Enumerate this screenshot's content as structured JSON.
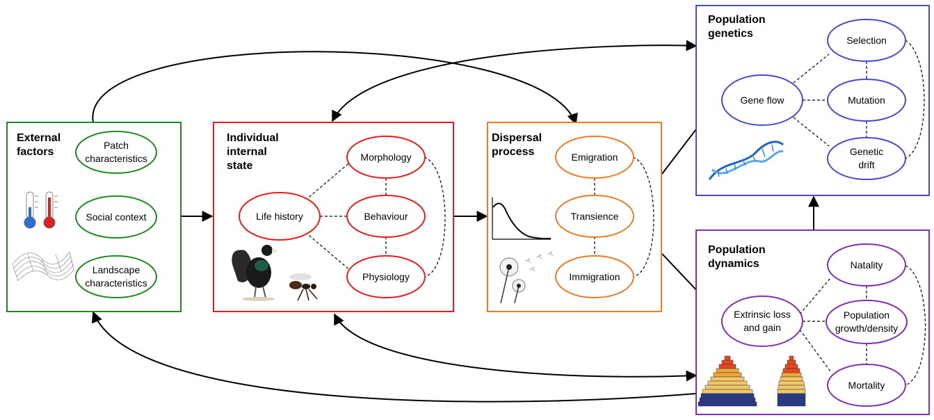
{
  "colors": {
    "external": "#1f8a1f",
    "individual": "#e81c1c",
    "dispersal": "#ef7a25",
    "genetics": "#4848d6",
    "dynamics": "#7d2fb5"
  },
  "boxes": {
    "external": {
      "title": [
        "External",
        "factors"
      ],
      "nodes": {
        "patch": [
          "Patch",
          "characteristics"
        ],
        "social": [
          "Social context"
        ],
        "landscape": [
          "Landscape",
          "characteristics"
        ]
      },
      "icons": [
        "thermometer-cold-icon",
        "thermometer-hot-icon",
        "landscape-surface-icon"
      ]
    },
    "individual": {
      "title": [
        "Individual",
        "internal",
        "state"
      ],
      "nodes": {
        "life_history": [
          "Life history"
        ],
        "morphology": [
          "Morphology"
        ],
        "behaviour": [
          "Behaviour"
        ],
        "physiology": [
          "Physiology"
        ]
      },
      "icons": [
        "capercaillie-icon",
        "ant-icon"
      ]
    },
    "dispersal": {
      "title": [
        "Dispersal",
        "process"
      ],
      "nodes": {
        "emigration": [
          "Emigration"
        ],
        "transience": [
          "Transience"
        ],
        "immigration": [
          "Immigration"
        ]
      },
      "icons": [
        "dispersal-kernel-icon",
        "dandelion-seeds-icon"
      ]
    },
    "genetics": {
      "title": [
        "Population",
        "genetics"
      ],
      "nodes": {
        "gene_flow": [
          "Gene flow"
        ],
        "selection": [
          "Selection"
        ],
        "mutation": [
          "Mutation"
        ],
        "drift": [
          "Genetic",
          "drift"
        ]
      },
      "icons": [
        "dna-icon"
      ]
    },
    "dynamics": {
      "title": [
        "Population",
        "dynamics"
      ],
      "nodes": {
        "extrinsic": [
          "Extrinsic loss",
          "and gain"
        ],
        "natality": [
          "Natality"
        ],
        "growth": [
          "Population",
          "growth/density"
        ],
        "mortality": [
          "Mortality"
        ]
      },
      "icons": [
        "population-pyramid-icon",
        "population-pyramid-icon"
      ]
    }
  }
}
